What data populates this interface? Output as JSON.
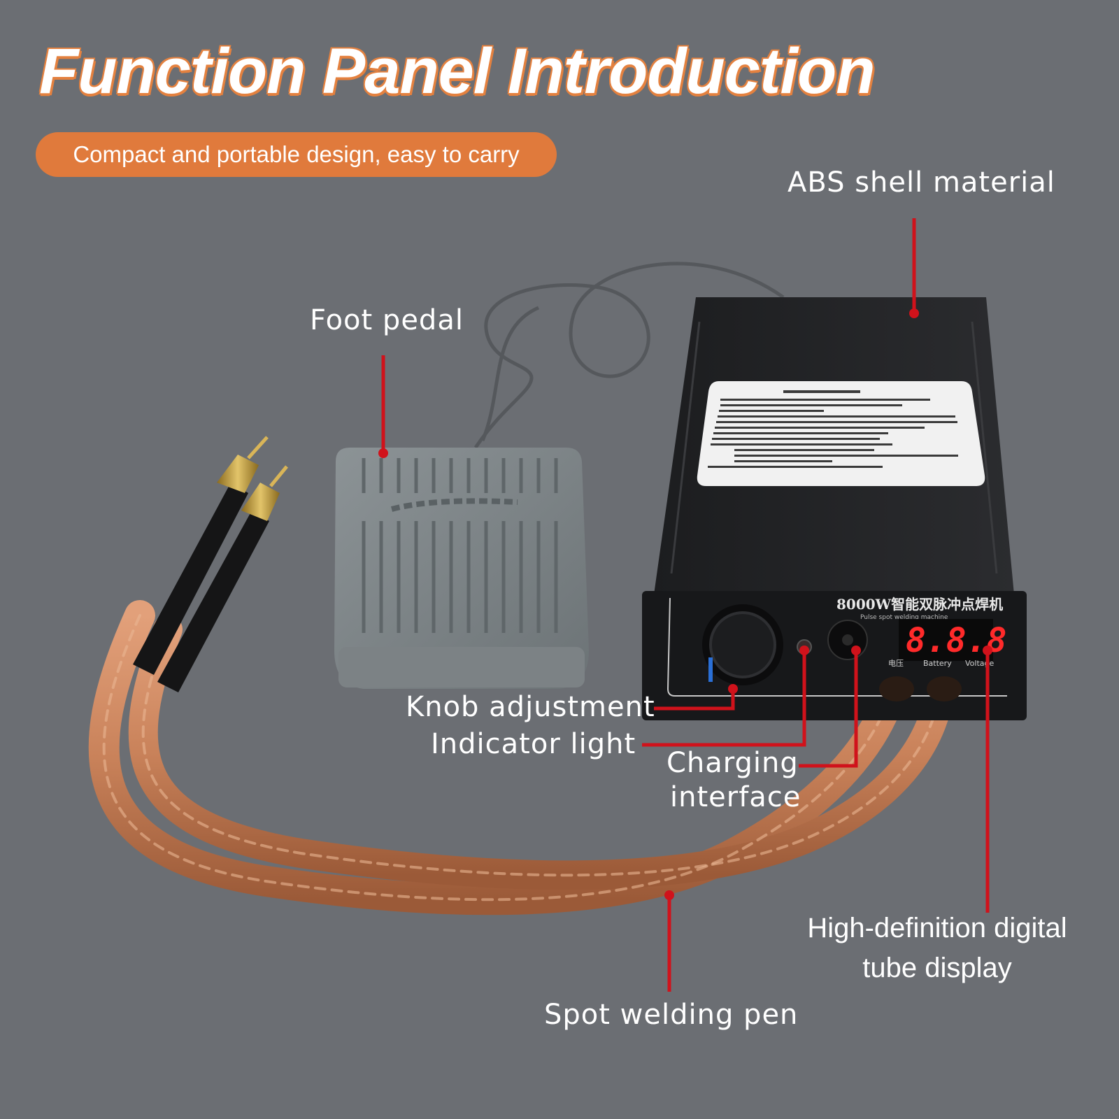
{
  "header": {
    "title": "Function Panel Introduction",
    "subtitle": "Compact and portable design, easy to carry"
  },
  "callouts": {
    "abs_shell": "ABS shell material",
    "foot_pedal": "Foot pedal",
    "knob": "Knob adjustment",
    "indicator": "Indicator light",
    "charging_line1": "Charging",
    "charging_line2": "interface",
    "display_line1": "High-definition digital",
    "display_line2": "tube display",
    "pen": "Spot welding pen"
  },
  "device": {
    "model_label": "8000W智能双脉冲点焊机",
    "model_sub": "Pulse spot welding machine",
    "display_value": "8.8.8",
    "port_labels": [
      "电压",
      "Battery",
      "Voltage"
    ]
  },
  "colors": {
    "background": "#6b6e73",
    "accent": "#e07a3c",
    "leader": "#d0121b",
    "copper": "#c9825a"
  }
}
